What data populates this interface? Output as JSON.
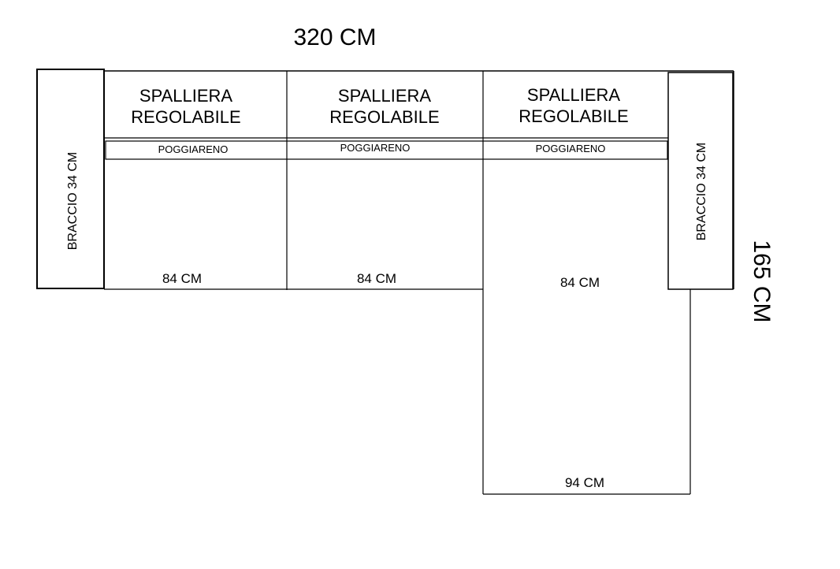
{
  "diagram": {
    "total_width_label": "320  CM",
    "total_depth_label": "165 CM",
    "arm_left": {
      "label": "BRACCIO 34 CM"
    },
    "arm_right": {
      "label": "BRACCIO 34 CM"
    },
    "seats": [
      {
        "backrest_line1": "SPALLIERA",
        "backrest_line2": "REGOLABILE",
        "headrest": "POGGIARENO",
        "width_label": "84 CM"
      },
      {
        "backrest_line1": "SPALLIERA",
        "backrest_line2": "REGOLABILE",
        "headrest": "POGGIARENO",
        "width_label": "84 CM"
      },
      {
        "backrest_line1": "SPALLIERA",
        "backrest_line2": "REGOLABILE",
        "headrest": "POGGIARENO",
        "width_label": "84 CM"
      }
    ],
    "chaise": {
      "width_label": "94 CM"
    },
    "colors": {
      "line": "#000000",
      "background": "#ffffff"
    }
  }
}
